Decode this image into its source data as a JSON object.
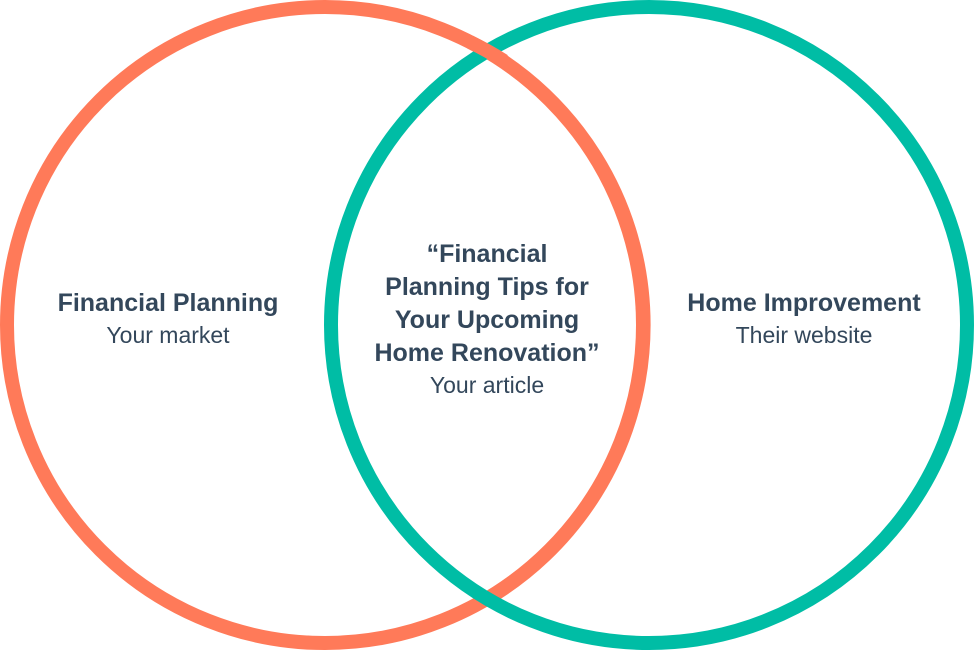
{
  "colors": {
    "left": "#ff7a59",
    "right": "#00bda5",
    "text": "#33475b"
  },
  "left": {
    "title": "Financial Planning",
    "subtitle": "Your market"
  },
  "center": {
    "title_lines": [
      "“Financial",
      "Planning Tips for",
      "Your Upcoming",
      "Home Renovation”"
    ],
    "subtitle": "Your article"
  },
  "right": {
    "title": "Home Improvement",
    "subtitle": "Their website"
  }
}
